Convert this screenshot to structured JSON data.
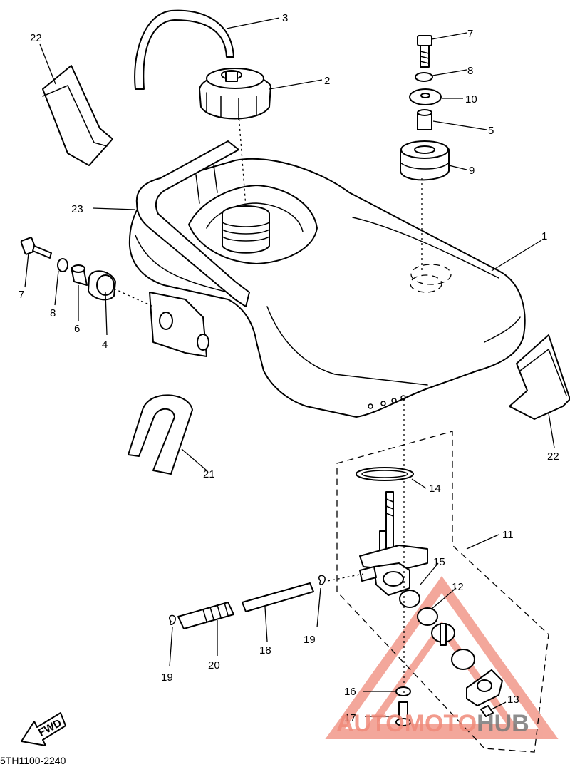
{
  "diagram": {
    "part_code": "5TH1100-2240",
    "fwd_label": "FWD",
    "callouts": {
      "c1": "1",
      "c2": "2",
      "c3": "3",
      "c4": "4",
      "c5": "5",
      "c6": "6",
      "c7a": "7",
      "c7b": "7",
      "c8a": "8",
      "c8b": "8",
      "c9": "9",
      "c10": "10",
      "c11": "11",
      "c12": "12",
      "c13": "13",
      "c14": "14",
      "c15": "15",
      "c16": "16",
      "c17": "17",
      "c18": "18",
      "c19a": "19",
      "c19b": "19",
      "c20": "20",
      "c21": "21",
      "c22a": "22",
      "c22b": "22",
      "c23": "23"
    }
  },
  "watermark": {
    "text_prefix": "AUTOMOTO",
    "text_suffix": "HUB",
    "accent_color": "#f08a7a",
    "suffix_color": "#7a7a7a",
    "icon": "warning-triangle-icon"
  }
}
